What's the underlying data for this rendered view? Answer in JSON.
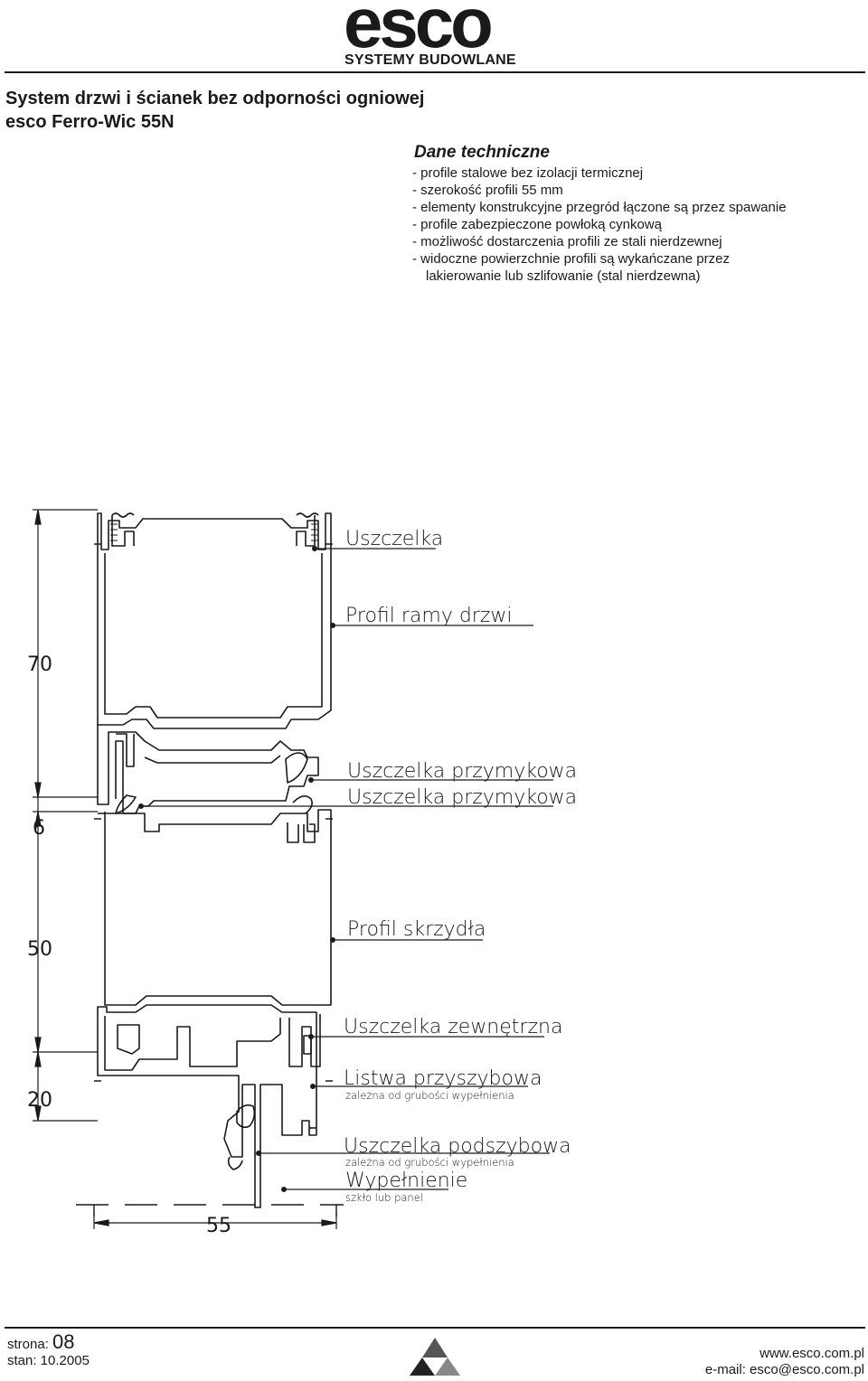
{
  "header": {
    "logo_text": "esco",
    "logo_subtitle": "SYSTEMY BUDOWLANE"
  },
  "title": {
    "line1": "System drzwi i ścianek bez odporności ogniowej",
    "line2": "esco Ferro-Wic 55N"
  },
  "technical_data": {
    "heading": "Dane techniczne",
    "items": [
      "- profile stalowe bez izolacji termicznej",
      "- szerokość profili 55 mm",
      "- elementy konstrukcyjne przegród łączone są przez spawanie",
      "- profile zabezpieczone powłoką cynkową",
      "- możliwość dostarczenia profili ze stali nierdzewnej",
      "- widoczne powierzchnie profili są wykańczane przez",
      "lakierowanie lub szlifowanie (stal nierdzewna)"
    ]
  },
  "drawing": {
    "labels": {
      "seal": "Uszczelka",
      "door_frame_profile": "Profil ramy drzwi",
      "closing_seal_1": "Uszczelka przymykowa",
      "closing_seal_2": "Uszczelka przymykowa",
      "sash_profile": "Profil skrzydła",
      "outer_seal": "Uszczelka zewnętrzna",
      "glazing_bead": "Listwa przyszybowa",
      "glazing_bead_note": "zależna od grubości wypełnienia",
      "glazing_seal": "Uszczelka podszybowa",
      "glazing_seal_note": "zależna od grubości wypełnienia",
      "infill": "Wypełnienie",
      "infill_note": "szkło lub panel"
    },
    "dimensions": {
      "frame_height": "70",
      "gap": "6",
      "sash_height": "50",
      "bottom_height": "20",
      "width": "55"
    }
  },
  "footer": {
    "page_label": "strona:",
    "page_number": "08",
    "status": "stan: 10.2005",
    "website": "www.esco.com.pl",
    "email": "e-mail: esco@esco.com.pl"
  }
}
